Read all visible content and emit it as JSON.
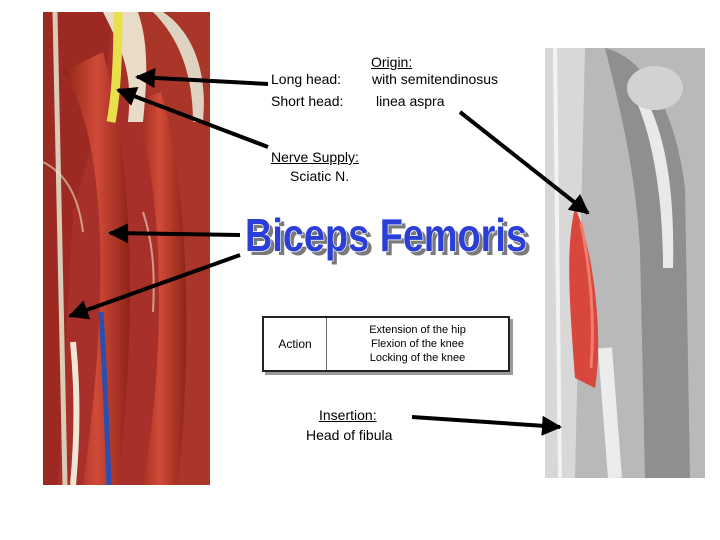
{
  "origin": {
    "header": "Origin:",
    "long_label": "Long head:",
    "long_value": "with semitendinosus",
    "short_label": "Short head:",
    "short_value": "linea aspra"
  },
  "nerve": {
    "header": "Nerve Supply:",
    "value": "Sciatic N."
  },
  "title": "Biceps Femoris",
  "action": {
    "label": "Action",
    "items": [
      "Extension of the hip",
      "Flexion of the knee",
      "Locking of the knee"
    ]
  },
  "insertion": {
    "header": "Insertion:",
    "value": "Head of fibula"
  },
  "colors": {
    "title_fill": "#2b3fd6",
    "muscle": "#c63a2c",
    "arrow": "#000000"
  }
}
